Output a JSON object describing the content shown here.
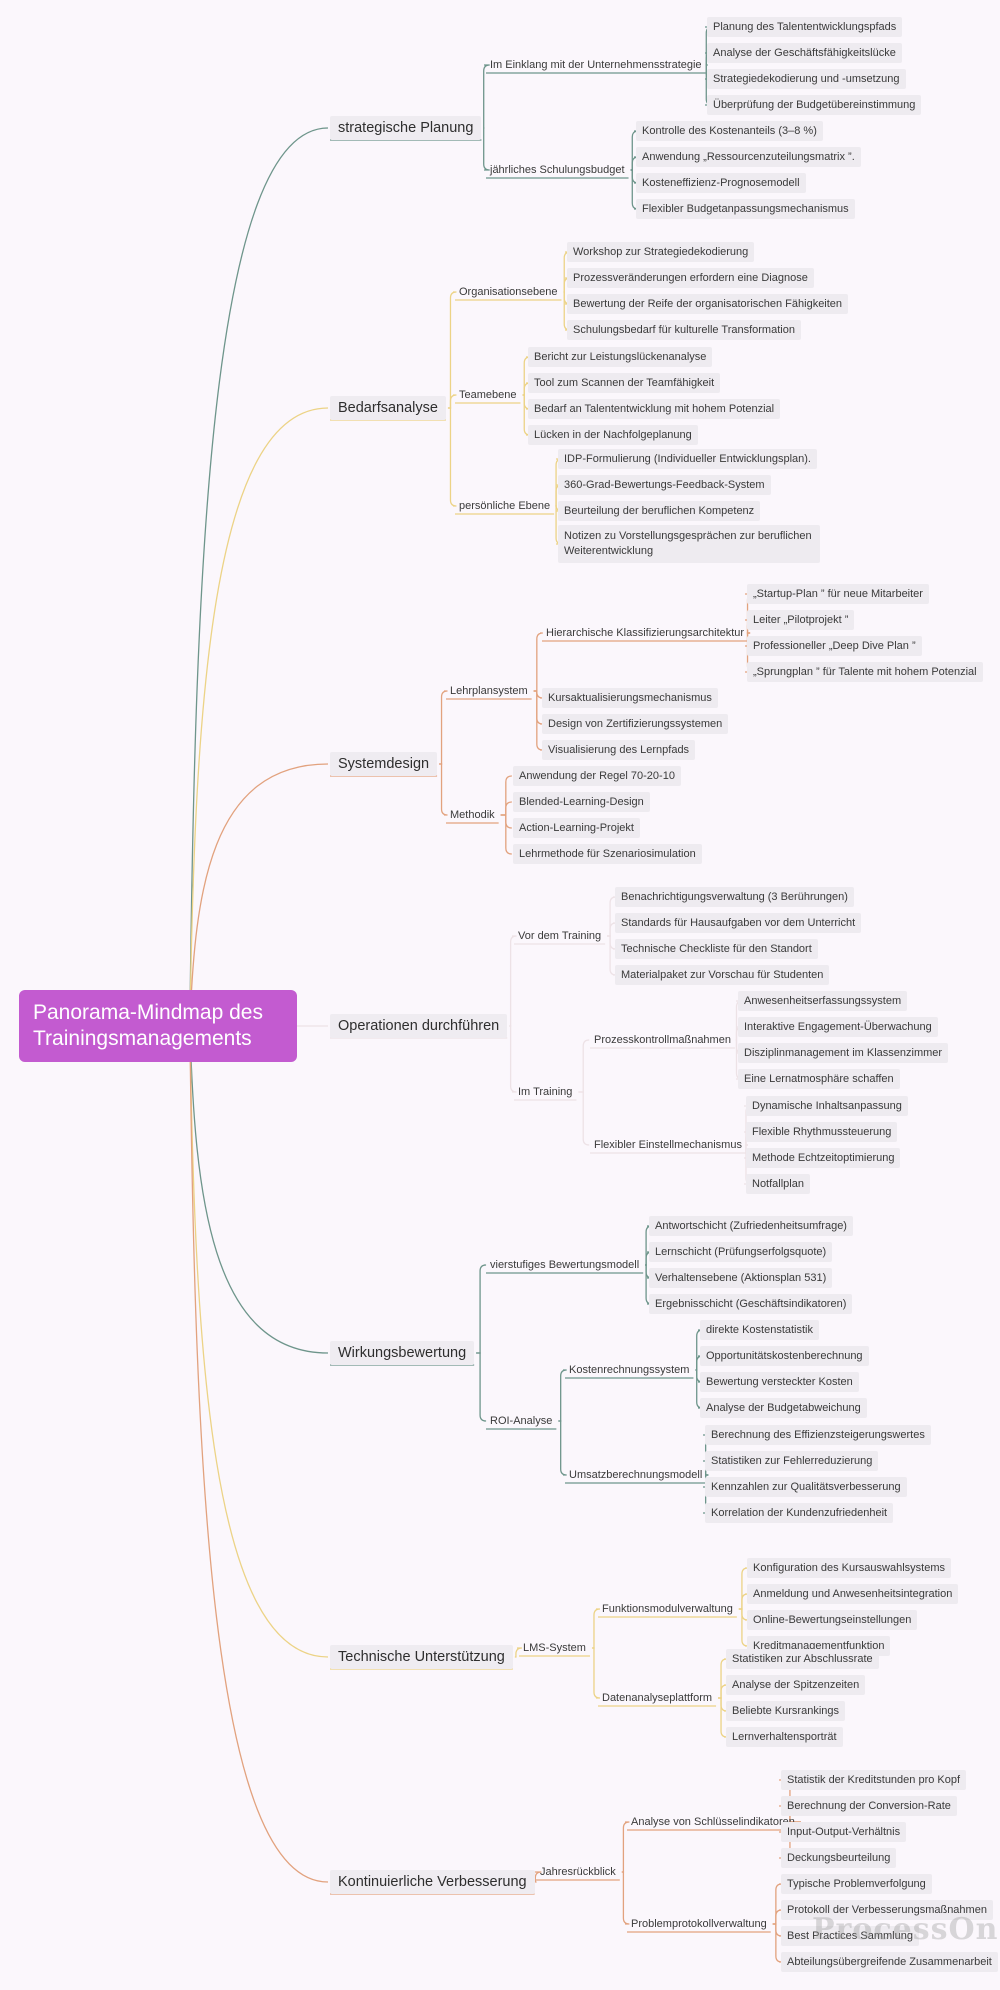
{
  "root": "Panorama-Mindmap des Trainingsmanagements",
  "watermark": "ProcessOn",
  "branches": [
    {
      "label": "strategische Planung",
      "color": "#6e958b",
      "children": [
        {
          "label": "Im Einklang mit der Unternehmensstrategie",
          "children": [
            "Planung des Talententwicklungspfads",
            "Analyse der Geschäftsfähigkeitslücke",
            "Strategiedekodierung und -umsetzung",
            "Überprüfung der Budgetübereinstimmung"
          ]
        },
        {
          "label": "jährliches Schulungsbudget",
          "children": [
            "Kontrolle des Kostenanteils (3–8 %)",
            "Anwendung „Ressourcenzuteilungsmatrix ”.",
            "Kosteneffizienz-Prognosemodell",
            "Flexibler Budgetanpassungsmechanismus"
          ]
        }
      ]
    },
    {
      "label": "Bedarfsanalyse",
      "color": "#ecd386",
      "children": [
        {
          "label": "Organisationsebene",
          "children": [
            "Workshop zur Strategiedekodierung",
            "Prozessveränderungen erfordern eine Diagnose",
            "Bewertung der Reife der organisatorischen Fähigkeiten",
            "Schulungsbedarf für kulturelle Transformation"
          ]
        },
        {
          "label": "Teamebene",
          "children": [
            "Bericht zur Leistungslückenanalyse",
            "Tool zum Scannen der Teamfähigkeit",
            "Bedarf an Talententwicklung mit hohem Potenzial",
            "Lücken in der Nachfolgeplanung"
          ]
        },
        {
          "label": "persönliche Ebene",
          "children": [
            "IDP-Formulierung (Individueller Entwicklungsplan).",
            "360-Grad-Bewertungs-Feedback-System",
            "Beurteilung der beruflichen Kompetenz",
            "Notizen zu Vorstellungsgesprächen zur beruflichen Weiterentwicklung"
          ]
        }
      ]
    },
    {
      "label": "Systemdesign",
      "color": "#e2a27e",
      "children": [
        {
          "label": "Lehrplansystem",
          "children": [
            {
              "label": "Hierarchische Klassifizierungsarchitektur",
              "children": [
                "„Startup-Plan ” für neue Mitarbeiter",
                "Leiter „Pilotprojekt ”",
                "Professioneller „Deep Dive Plan ”",
                "„Sprungplan ” für Talente mit hohem Potenzial"
              ]
            },
            "Kursaktualisierungsmechanismus",
            "Design von Zertifizierungssystemen",
            "Visualisierung des Lernpfads"
          ]
        },
        {
          "label": "Methodik",
          "children": [
            "Anwendung der Regel 70-20-10",
            "Blended-Learning-Design",
            "Action-Learning-Projekt",
            "Lehrmethode für Szenariosimulation"
          ]
        }
      ]
    },
    {
      "label": "Operationen durchführen",
      "color": "#ede2e6",
      "children": [
        {
          "label": "Vor dem Training",
          "children": [
            "Benachrichtigungsverwaltung (3 Berührungen)",
            "Standards für Hausaufgaben vor dem Unterricht",
            "Technische Checkliste für den Standort",
            "Materialpaket zur Vorschau für Studenten"
          ]
        },
        {
          "label": "Im Training",
          "children": [
            {
              "label": "Prozesskontrollmaßnahmen",
              "children": [
                "Anwesenheitserfassungssystem",
                "Interaktive Engagement-Überwachung",
                "Disziplinmanagement im Klassenzimmer",
                "Eine Lernatmosphäre schaffen"
              ]
            },
            {
              "label": "Flexibler Einstellmechanismus",
              "children": [
                "Dynamische Inhaltsanpassung",
                "Flexible Rhythmussteuerung",
                "Methode Echtzeitoptimierung",
                "Notfallplan"
              ]
            }
          ]
        }
      ]
    },
    {
      "label": "Wirkungsbewertung",
      "color": "#6e958b",
      "children": [
        {
          "label": "vierstufiges Bewertungsmodell",
          "children": [
            "Antwortschicht (Zufriedenheitsumfrage)",
            "Lernschicht (Prüfungserfolgsquote)",
            "Verhaltensebene (Aktionsplan 531)",
            "Ergebnisschicht (Geschäftsindikatoren)"
          ]
        },
        {
          "label": "ROI-Analyse",
          "children": [
            {
              "label": "Kostenrechnungssystem",
              "children": [
                "direkte Kostenstatistik",
                "Opportunitätskostenberechnung",
                "Bewertung versteckter Kosten",
                "Analyse der Budgetabweichung"
              ]
            },
            {
              "label": "Umsatzberechnungsmodell",
              "children": [
                "Berechnung des Effizienzsteigerungswertes",
                "Statistiken zur Fehlerreduzierung",
                "Kennzahlen zur Qualitätsverbesserung",
                "Korrelation der Kundenzufriedenheit"
              ]
            }
          ]
        }
      ]
    },
    {
      "label": "Technische Unterstützung",
      "color": "#ecd386",
      "children": [
        {
          "label": "LMS-System",
          "children": [
            {
              "label": "Funktionsmodulverwaltung",
              "children": [
                "Konfiguration des Kursauswahlsystems",
                "Anmeldung und Anwesenheitsintegration",
                "Online-Bewertungseinstellungen",
                "Kreditmanagementfunktion"
              ]
            },
            {
              "label": "Datenanalyseplattform",
              "children": [
                "Statistiken zur Abschlussrate",
                "Analyse der Spitzenzeiten",
                "Beliebte Kursrankings",
                "Lernverhaltensporträt"
              ]
            }
          ]
        }
      ]
    },
    {
      "label": "Kontinuierliche Verbesserung",
      "color": "#e2a27e",
      "children": [
        {
          "label": "Jahresrückblick",
          "children": [
            {
              "label": "Analyse von Schlüsselindikatoren",
              "children": [
                "Statistik der Kreditstunden pro Kopf",
                "Berechnung der Conversion-Rate",
                "Input-Output-Verhältnis",
                "Deckungsbeurteilung"
              ]
            },
            {
              "label": "Problemprotokollverwaltung",
              "children": [
                "Typische Problemverfolgung",
                "Protokoll der Verbesserungsmaßnahmen",
                "Best Practices Sammlung",
                "Abteilungsübergreifende Zusammenarbeit"
              ]
            }
          ]
        }
      ]
    }
  ]
}
